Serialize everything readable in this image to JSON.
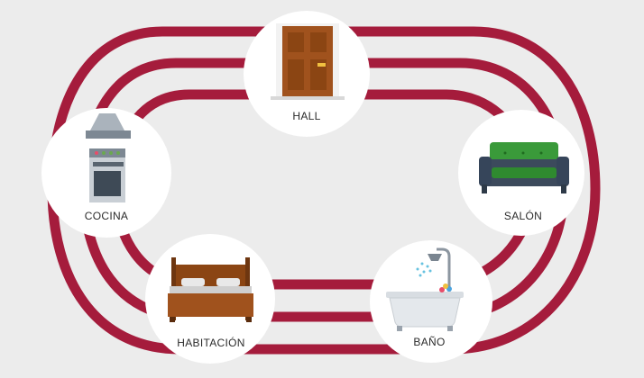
{
  "colors": {
    "background": "#ececec",
    "track": "#a51c3c",
    "node_fill": "#ffffff"
  },
  "rooms": [
    {
      "label": "HALL",
      "icon": "door-icon"
    },
    {
      "label": "SALÓN",
      "icon": "sofa-icon"
    },
    {
      "label": "BAÑO",
      "icon": "bathtub-icon"
    },
    {
      "label": "HABITACIÓN",
      "icon": "bed-icon"
    },
    {
      "label": "COCINA",
      "icon": "stove-icon"
    }
  ]
}
